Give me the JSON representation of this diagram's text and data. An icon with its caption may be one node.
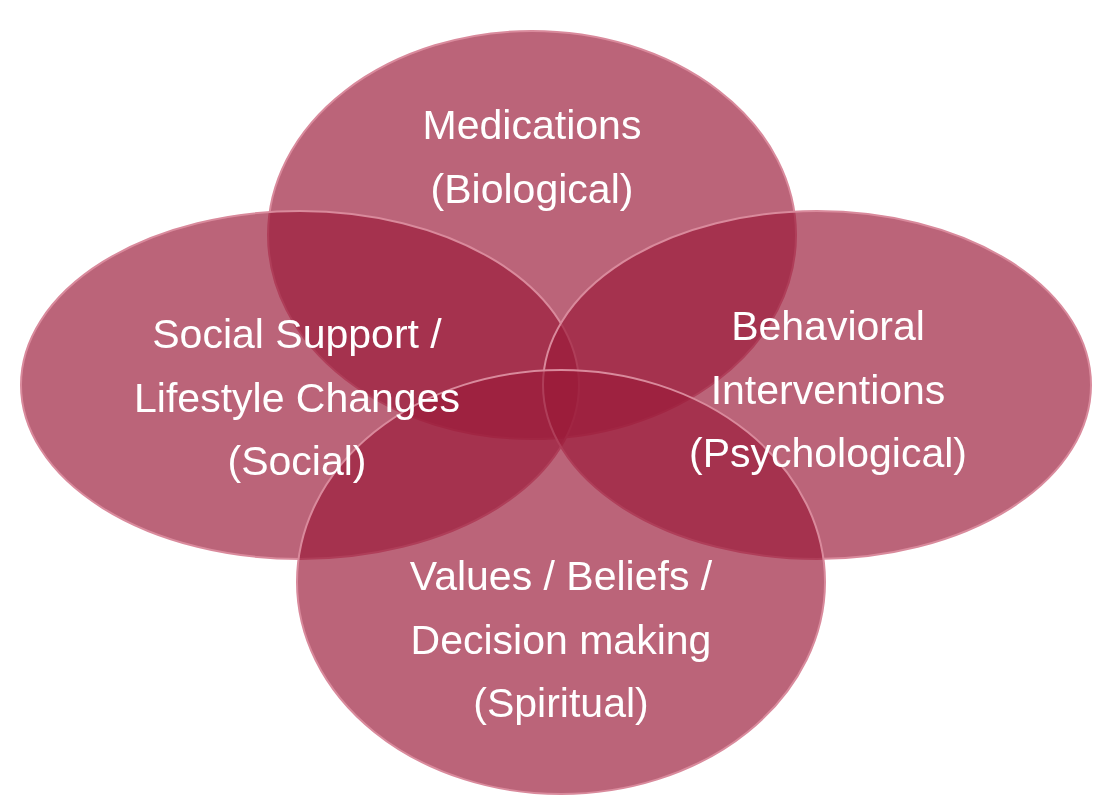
{
  "diagram": {
    "nodes": [
      {
        "text": [
          "Medications (Biological)"
        ]
      },
      {
        "text": [
          "Social Support / Lifestyle Changes (Social)"
        ]
      },
      {
        "text": [
          "Behavioral Interventions (Psychological)"
        ]
      },
      {
        "text": [
          "Values / Beliefs / Decision making (Spiritual)"
        ]
      }
    ]
  }
}
